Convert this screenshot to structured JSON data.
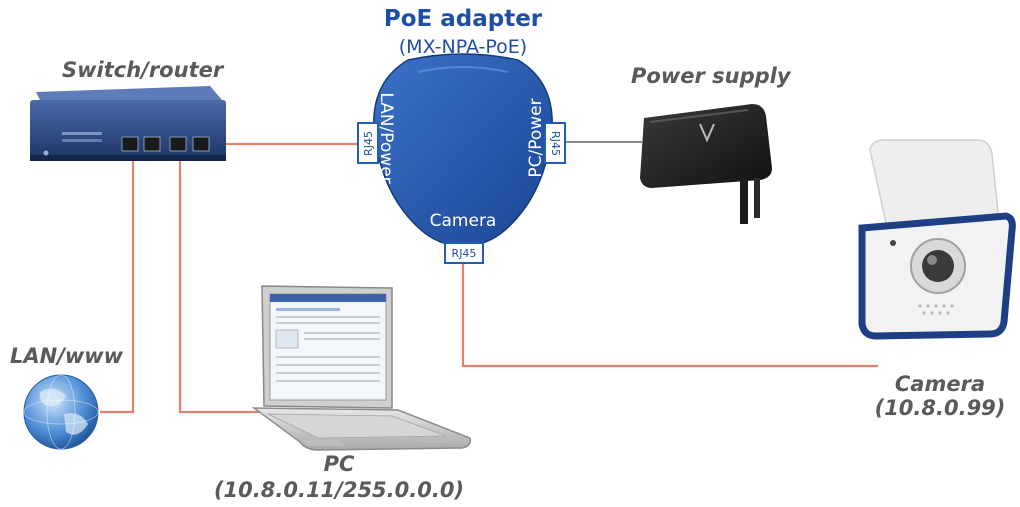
{
  "title": "PoE adapter",
  "subtitle": "(MX-NPA-PoE)",
  "devices": {
    "switch": {
      "label": "Switch/router"
    },
    "power_supply": {
      "label": "Power supply"
    },
    "lan": {
      "label": "LAN/www"
    },
    "pc": {
      "label": "PC",
      "address": "(10.8.0.11/255.0.0.0)"
    },
    "camera": {
      "label": "Camera",
      "address": "(10.8.0.99)"
    }
  },
  "adapter": {
    "port_left": "LAN/Power",
    "port_right": "PC/Power",
    "port_bottom": "Camera",
    "jack": "RJ45"
  },
  "colors": {
    "cable": "#e2826a",
    "adapter_blue": "#2458b0",
    "title_blue": "#1f4fa3",
    "label_gray": "#5a5a5a"
  }
}
